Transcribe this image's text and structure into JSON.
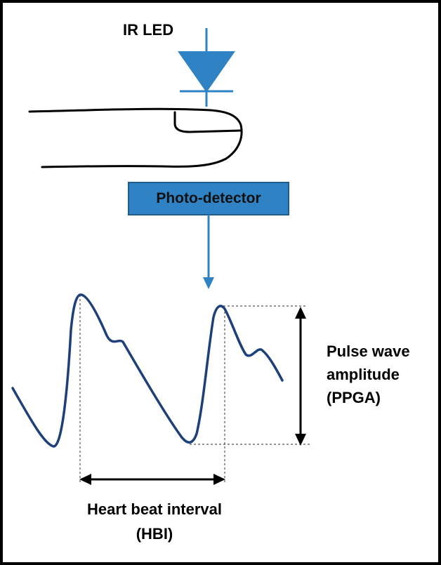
{
  "labels": {
    "ir_led": "IR LED",
    "photo_detector": "Photo-detector",
    "ppga_line1": "Pulse wave",
    "ppga_line2": "amplitude",
    "ppga_line3": "(PPGA)",
    "hbi_line1": "Heart beat interval",
    "hbi_line2": "(HBI)"
  },
  "colors": {
    "accent_blue": "#2f82c4",
    "box_border": "#1f5d8f",
    "wave": "#1d3f7a",
    "frame": "#000000",
    "background": "#ffffff"
  },
  "icons": {
    "led": "diode-triangle-icon",
    "finger": "finger-outline-icon",
    "arrow": "down-arrow-icon"
  }
}
